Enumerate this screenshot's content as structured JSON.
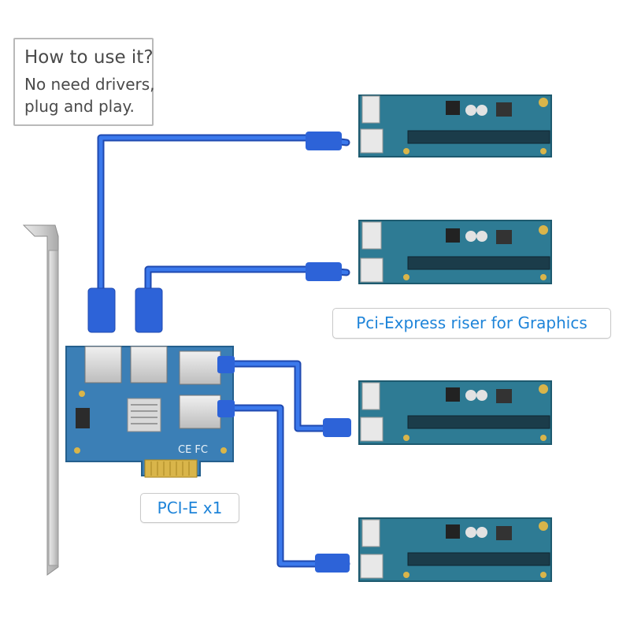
{
  "callout": {
    "title": "How to use it?",
    "line1": "No need drivers,",
    "line2": "plug and play."
  },
  "labels": {
    "riser": "Pci-Express riser for Graphics",
    "pcie": "PCI-E x1"
  },
  "colors": {
    "cable": "#2d63d8",
    "cable_dark": "#1f49b0",
    "pcb": "#2e7b94",
    "pcb_dark": "#1d5a6f",
    "adapter_pcb": "#3b7fb6",
    "gold": "#d9b54a",
    "bracket": "#c8c8c8",
    "label_text": "#1e84d9"
  }
}
